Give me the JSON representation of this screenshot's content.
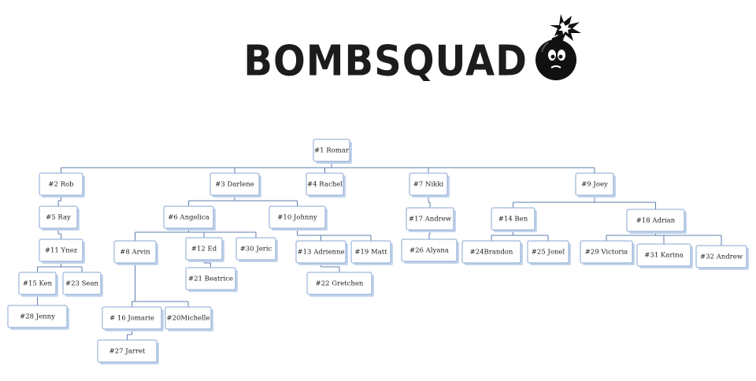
{
  "header": {
    "title": "BOMBSQUAD"
  },
  "logo": {
    "icon": "bomb-mascot-icon"
  },
  "colors": {
    "node_border": "#8aa7d2",
    "node_shadow": "#c3d4ec",
    "edge": "#5d7fad",
    "title": "#1c1c1c"
  },
  "org_chart": {
    "nodes": [
      {
        "id": "n1",
        "label": "#1 Romar",
        "parent": null
      },
      {
        "id": "n2",
        "label": "#2 Rob",
        "parent": "n1"
      },
      {
        "id": "n3",
        "label": "#3 Darlene",
        "parent": "n1"
      },
      {
        "id": "n4",
        "label": "#4 Rachel",
        "parent": "n1"
      },
      {
        "id": "n7",
        "label": "#7 Nikki",
        "parent": "n1"
      },
      {
        "id": "n9",
        "label": "#9 Joey",
        "parent": "n1"
      },
      {
        "id": "n5",
        "label": "#5 Ray",
        "parent": "n2"
      },
      {
        "id": "n11",
        "label": "#11 Ynez",
        "parent": "n5"
      },
      {
        "id": "n15",
        "label": "#15 Ken",
        "parent": "n11"
      },
      {
        "id": "n23",
        "label": "#23 Sean",
        "parent": "n11"
      },
      {
        "id": "n28",
        "label": "#28 Jenny",
        "parent": "n15"
      },
      {
        "id": "n6",
        "label": "#6 Angelica",
        "parent": "n3"
      },
      {
        "id": "n10",
        "label": "#10 Johnny",
        "parent": "n3"
      },
      {
        "id": "n8",
        "label": "#8 Arvin",
        "parent": "n6"
      },
      {
        "id": "n12",
        "label": "#12 Ed",
        "parent": "n6"
      },
      {
        "id": "n30",
        "label": "#30 Jeric",
        "parent": "n6"
      },
      {
        "id": "n21",
        "label": "#21 Beatrice",
        "parent": "n12"
      },
      {
        "id": "n16",
        "label": "# 16 Jomarie",
        "parent": "n8"
      },
      {
        "id": "n20",
        "label": "#20Michelle",
        "parent": "n8"
      },
      {
        "id": "n27",
        "label": "#27 Jarret",
        "parent": "n16"
      },
      {
        "id": "n13",
        "label": "#13 Adrienne",
        "parent": "n10"
      },
      {
        "id": "n19",
        "label": "#19 Matt",
        "parent": "n10"
      },
      {
        "id": "n22",
        "label": "#22 Gretchen",
        "parent": "n13"
      },
      {
        "id": "n17",
        "label": "#17 Andrew",
        "parent": "n7"
      },
      {
        "id": "n26",
        "label": "#26 Alyana",
        "parent": "n17"
      },
      {
        "id": "n14",
        "label": "#14 Ben",
        "parent": "n9"
      },
      {
        "id": "n18",
        "label": "#18 Adrian",
        "parent": "n9"
      },
      {
        "id": "n24",
        "label": "#24Brandon",
        "parent": "n14"
      },
      {
        "id": "n25",
        "label": "#25 Jonel",
        "parent": "n14"
      },
      {
        "id": "n29",
        "label": "#29 Victoria",
        "parent": "n18"
      },
      {
        "id": "n31",
        "label": "#31 Karina",
        "parent": "n18"
      },
      {
        "id": "n32",
        "label": "#32 Andrew",
        "parent": "n18"
      }
    ]
  }
}
